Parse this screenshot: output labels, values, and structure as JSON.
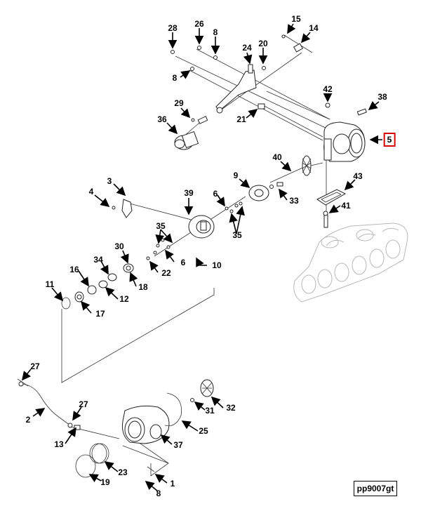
{
  "diagram": {
    "reference_code": "pp9007gt",
    "callouts": [
      {
        "id": "c28",
        "text": "28"
      },
      {
        "id": "c26",
        "text": "26"
      },
      {
        "id": "c8a",
        "text": "8"
      },
      {
        "id": "c15",
        "text": "15"
      },
      {
        "id": "c14",
        "text": "14"
      },
      {
        "id": "c24",
        "text": "24"
      },
      {
        "id": "c20",
        "text": "20"
      },
      {
        "id": "c8b",
        "text": "8"
      },
      {
        "id": "c42",
        "text": "42"
      },
      {
        "id": "c38",
        "text": "38"
      },
      {
        "id": "c29",
        "text": "29"
      },
      {
        "id": "c21",
        "text": "21"
      },
      {
        "id": "c36",
        "text": "36"
      },
      {
        "id": "c5",
        "text": "5"
      },
      {
        "id": "c40",
        "text": "40"
      },
      {
        "id": "c43",
        "text": "43"
      },
      {
        "id": "c9",
        "text": "9"
      },
      {
        "id": "c3",
        "text": "3"
      },
      {
        "id": "c4",
        "text": "4"
      },
      {
        "id": "c39",
        "text": "39"
      },
      {
        "id": "c6a",
        "text": "6"
      },
      {
        "id": "c33",
        "text": "33"
      },
      {
        "id": "c41",
        "text": "41"
      },
      {
        "id": "c35a",
        "text": "35"
      },
      {
        "id": "c35b",
        "text": "35"
      },
      {
        "id": "c30",
        "text": "30"
      },
      {
        "id": "c6b",
        "text": "6"
      },
      {
        "id": "c10",
        "text": "10"
      },
      {
        "id": "c34",
        "text": "34"
      },
      {
        "id": "c22",
        "text": "22"
      },
      {
        "id": "c16",
        "text": "16"
      },
      {
        "id": "c18",
        "text": "18"
      },
      {
        "id": "c11",
        "text": "11"
      },
      {
        "id": "c12",
        "text": "12"
      },
      {
        "id": "c17",
        "text": "17"
      },
      {
        "id": "c27a",
        "text": "27"
      },
      {
        "id": "c2",
        "text": "2"
      },
      {
        "id": "c27b",
        "text": "27"
      },
      {
        "id": "c31",
        "text": "31"
      },
      {
        "id": "c32",
        "text": "32"
      },
      {
        "id": "c13",
        "text": "13"
      },
      {
        "id": "c25",
        "text": "25"
      },
      {
        "id": "c37",
        "text": "37"
      },
      {
        "id": "c23",
        "text": "23"
      },
      {
        "id": "c19",
        "text": "19"
      },
      {
        "id": "c1",
        "text": "1"
      },
      {
        "id": "c8c",
        "text": "8"
      }
    ]
  }
}
